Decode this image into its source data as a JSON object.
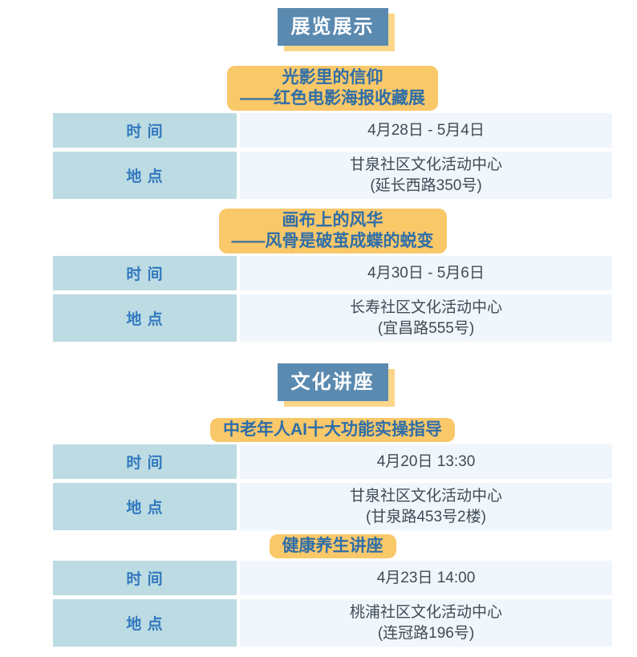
{
  "colors": {
    "header_bg": "#5b8ab0",
    "header_shadow": "#fbd688",
    "badge_bg": "#f9c869",
    "badge_text": "#2f6ea8",
    "label_bg": "#bcdbe3",
    "label_text": "#3279be",
    "value_bg": "#f0f6fc",
    "value_text": "#3f4b55"
  },
  "labels": {
    "time": "时  间",
    "location": "地  点"
  },
  "sections": [
    {
      "title": "展览展示",
      "events": [
        {
          "badge_lines": [
            "光影里的信仰",
            "——红色电影海报收藏展"
          ],
          "time": "4月28日 - 5月4日",
          "location_lines": [
            "甘泉社区文化活动中心",
            "(延长西路350号)"
          ]
        },
        {
          "badge_lines": [
            "画布上的风华",
            "——风骨是破茧成蝶的蜕变"
          ],
          "time": "4月30日 - 5月6日",
          "location_lines": [
            "长寿社区文化活动中心",
            "(宜昌路555号)"
          ]
        }
      ]
    },
    {
      "title": "文化讲座",
      "events": [
        {
          "badge_lines": [
            "中老年人AI十大功能实操指导"
          ],
          "time": "4月20日 13:30",
          "location_lines": [
            "甘泉社区文化活动中心",
            "(甘泉路453号2楼)"
          ]
        },
        {
          "badge_lines": [
            "健康养生讲座"
          ],
          "time": "4月23日 14:00",
          "location_lines": [
            "桃浦社区文化活动中心",
            "(连冠路196号)"
          ]
        }
      ]
    }
  ]
}
